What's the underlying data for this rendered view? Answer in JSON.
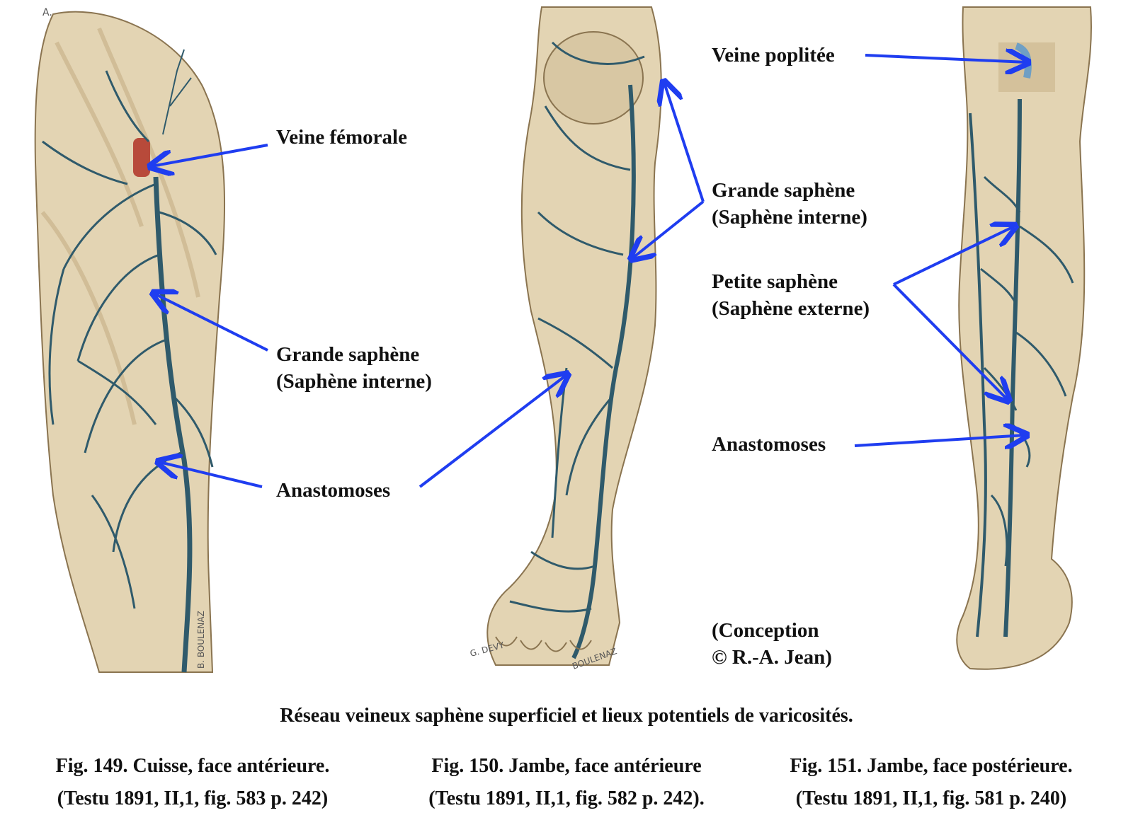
{
  "labels": {
    "veine_femorale": "Veine fémorale",
    "grande_saphene_1": "Grande saphène",
    "grande_saphene_1_sub": "(Saphène interne)",
    "anastomoses_1": "Anastomoses",
    "veine_poplitee": "Veine poplitée",
    "grande_saphene_2": "Grande saphène",
    "grande_saphene_2_sub": "(Saphène interne)",
    "petite_saphene": "Petite saphène",
    "petite_saphene_sub": "(Saphène externe)",
    "anastomoses_2": "Anastomoses",
    "credit_1": "(Conception",
    "credit_2": "© R.-A. Jean)"
  },
  "caption": "Réseau veineux saphène superficiel et lieux potentiels de varicosités.",
  "figures": [
    {
      "title": "Fig. 149. Cuisse, face antérieure.",
      "ref": "(Testu 1891, II,1, fig. 583 p. 242)"
    },
    {
      "title": "Fig. 150. Jambe, face antérieure",
      "ref": "(Testu 1891, II,1, fig. 582 p. 242)."
    },
    {
      "title": "Fig. 151. Jambe, face postérieure.",
      "ref": "(Testu 1891, II,1, fig. 581 p. 240)"
    }
  ],
  "illustration_signatures": {
    "fig149_letter": "A.",
    "fig149_artist": "B. BOULENAZ",
    "fig150_artist_1": "G. DEVY",
    "fig150_artist_2": "BOULENAZ"
  },
  "colors": {
    "arrow": "#1f3df0",
    "skin": "#e3d4b3",
    "skin_shadow": "#c9b48b",
    "vein": "#2f5a6b",
    "femoral_red": "#b84a3a",
    "popliteal_blue": "#6f9fc4"
  }
}
